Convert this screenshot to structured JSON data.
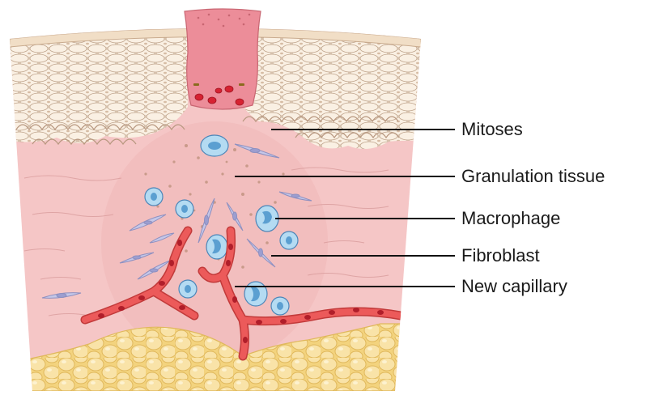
{
  "labels": {
    "mitoses": "Mitoses",
    "granulation_tissue": "Granulation tissue",
    "macrophage": "Macrophage",
    "fibroblast": "Fibroblast",
    "new_capillary": "New capillary"
  },
  "colors": {
    "dermis": "#f5c6c6",
    "epidermis": "#f3e3cf",
    "cell_outline": "#b89880",
    "scab": "#e98a95",
    "fat": "#f7dd96",
    "vessel": "#e04a4a",
    "macrophage": "#a9d4ee",
    "fibroblast": "#c4c6e6",
    "leader_line": "#111111"
  },
  "icons": [
    "skin-tissue-illustration"
  ]
}
